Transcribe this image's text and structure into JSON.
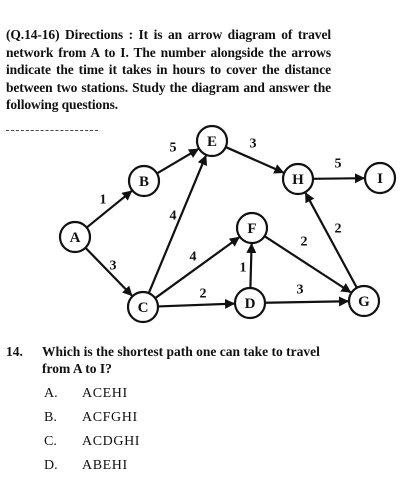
{
  "directions": "(Q.14-16) Directions : It is an arrow diagram of travel network from A to I. The number alongside the arrows indicate the time it takes in hours to cover the distance between two stations. Study the diagram and answer the following questions.",
  "diagram": {
    "nodes": [
      {
        "id": "A",
        "label": "A"
      },
      {
        "id": "B",
        "label": "B"
      },
      {
        "id": "C",
        "label": "C"
      },
      {
        "id": "D",
        "label": "D"
      },
      {
        "id": "E",
        "label": "E"
      },
      {
        "id": "F",
        "label": "F"
      },
      {
        "id": "G",
        "label": "G"
      },
      {
        "id": "H",
        "label": "H"
      },
      {
        "id": "I",
        "label": "I"
      }
    ],
    "edges": [
      {
        "from": "A",
        "to": "B",
        "weight": "1"
      },
      {
        "from": "A",
        "to": "C",
        "weight": "3"
      },
      {
        "from": "B",
        "to": "E",
        "weight": "5"
      },
      {
        "from": "C",
        "to": "E",
        "weight": "4"
      },
      {
        "from": "C",
        "to": "F",
        "weight": "4"
      },
      {
        "from": "C",
        "to": "D",
        "weight": "2"
      },
      {
        "from": "D",
        "to": "F",
        "weight": "1"
      },
      {
        "from": "D",
        "to": "G",
        "weight": "3"
      },
      {
        "from": "F",
        "to": "G",
        "weight": "2"
      },
      {
        "from": "E",
        "to": "H",
        "weight": "3"
      },
      {
        "from": "G",
        "to": "H",
        "weight": "2"
      },
      {
        "from": "H",
        "to": "I",
        "weight": "5"
      }
    ]
  },
  "question": {
    "number": "14.",
    "text": "Which is the shortest path one can take to travel from A to I?"
  },
  "options": [
    {
      "letter": "A.",
      "text": "ACEHI"
    },
    {
      "letter": "B.",
      "text": "ACFGHI"
    },
    {
      "letter": "C.",
      "text": "ACDGHI"
    },
    {
      "letter": "D.",
      "text": "ABEHI"
    }
  ]
}
